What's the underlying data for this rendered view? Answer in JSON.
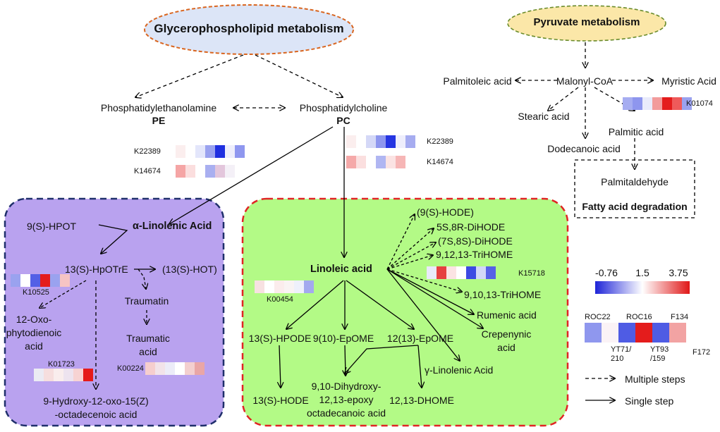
{
  "pathways": {
    "glycero": "Glycerophospholipid metabolism",
    "pyruvate": "Pyruvate metabolism"
  },
  "nodes": {
    "pe_name": "Phosphatidylethanolamine",
    "pe_abbr": "PE",
    "pc_name": "Phosphatidylcholine",
    "pc_abbr": "PC",
    "palmitoleic": "Palmitoleic acid",
    "malonyl": "Malonyl-CoA",
    "myristic": "Myristic Acid",
    "stearic": "Stearic acid",
    "palmitic": "Palmitic acid",
    "dodecanoic": "Dodecanoic acid",
    "palmitaldehyde": "Palmitaldehyde",
    "fatty_deg": "Fatty acid degradation",
    "hpot": "9(S)-HPOT",
    "alinolenic": "α-Linolenic Acid",
    "hpotre": "13(S)-HpOTrE",
    "hot": "(13(S)-HOT)",
    "traumatin": "Traumatin",
    "traumatic_1": "Traumatic",
    "traumatic_2": "acid",
    "oxo_1": "12-Oxo-",
    "oxo_2": "phytodienoic",
    "oxo_3": "acid",
    "hydroxy_1": "9-Hydroxy-12-oxo-15(Z)",
    "hydroxy_2": "-octadecenoic acid",
    "linoleic": "Linoleic acid",
    "hode9": "(9(S)-HODE)",
    "dihode58": "5S,8R-DiHODE",
    "dihode78": "(7S,8S)-DiHODE",
    "trihome912": "9,12,13-TriHOME",
    "trihome910": "9,10,13-TriHOME",
    "rumenic": "Rumenic acid",
    "crepenynic_1": "Crepenynic",
    "crepenynic_2": "acid",
    "glinolenic": "γ-Linolenic Acid",
    "hpode13": "13(S)-HPODE",
    "epome910": "9(10)-EpOME",
    "epome1213": "12(13)-EpOME",
    "hode13": "13(S)-HODE",
    "dihydroxy_1": "9,10-Dihydroxy-",
    "dihydroxy_2": "12,13-epoxy",
    "dihydroxy_3": "octadecanoic acid",
    "dhome": "12,13-DHOME"
  },
  "genes": {
    "k22389_pe": "K22389",
    "k14674_pe": "K14674",
    "k22389_pc": "K22389",
    "k14674_pc": "K14674",
    "k01074": "K01074",
    "k10525": "K10525",
    "k00454": "K00454",
    "k15718": "K15718",
    "k01723": "K01723",
    "k00224": "K00224"
  },
  "heatmaps": {
    "k22389_pe": [
      "#fbeeee",
      "#ffffff",
      "#e3e6fb",
      "#9aa2ef",
      "#1f2fe0",
      "#eeeefc",
      "#8f97ef"
    ],
    "k14674_pe": [
      "#f5a5a5",
      "#fbdede",
      "#ffffff",
      "#a9aff0",
      "#e3c6dc",
      "#f4f0f7",
      "#ffffff"
    ],
    "k22389_pc": [
      "#fbeeee",
      "#ffffff",
      "#d4d8f7",
      "#8d96ee",
      "#2535e2",
      "#eeeefc",
      "#a6acf0"
    ],
    "k14674_pc": [
      "#f5a9a9",
      "#fbdfdf",
      "#ffffff",
      "#b0b6f2",
      "#fbe3e3",
      "#f6b6b6",
      "#ffffff"
    ],
    "k01074": [
      "#a6adf1",
      "#8e96ee",
      "#e9ebfb",
      "#f29b9b",
      "#e41c1c",
      "#ef5a5a",
      "#9aa2ef"
    ],
    "k10525": [
      "#9aa2ef",
      "#ffffff",
      "#5360e6",
      "#e41c1c",
      "#9aa2ef",
      "#f6c4c4"
    ],
    "k00454": [
      "#f7e1e1",
      "#ffffff",
      "#fbecec",
      "#f9f3f3",
      "#eef0fb",
      "#a3a9ef"
    ],
    "k15718": [
      "#e9eafa",
      "#e64040",
      "#fbe3e3",
      "#ffffff",
      "#3d4ae3",
      "#d2d6f7",
      "#5660e6"
    ],
    "k01723": [
      "#ebebf3",
      "#f6dede",
      "#f9eded",
      "#ede3ef",
      "#f7d3d3",
      "#e51a1a"
    ],
    "k00224": [
      "#f6cece",
      "#f2e3e9",
      "#ececf8",
      "#ffffff",
      "#f3cfcf",
      "#e9a6a6"
    ]
  },
  "legend": {
    "min": "-0.76",
    "mid": "1.5",
    "max": "3.75",
    "gradient_colors": [
      "#1e24d8",
      "#ffffff",
      "#e01818"
    ],
    "samples_top": [
      "ROC22",
      "ROC16",
      "F134"
    ],
    "samples_bottom_1": [
      "YT71/",
      "YT93",
      "F172"
    ],
    "samples_bottom_2": [
      "210",
      "/159"
    ],
    "sample_colors": [
      "#8f97ee",
      "#fbf3f6",
      "#4f5ce4",
      "#e41c1c",
      "#4f5ce4",
      "#f2a3a3"
    ],
    "multiple": "Multiple steps",
    "single": "Single step"
  },
  "colors": {
    "glycero_fill": "#dce5f7",
    "glycero_border": "#d9651f",
    "pyruvate_fill": "#fbe7a8",
    "pyruvate_border": "#6a8c2c",
    "purple_fill": "#b9a2ef",
    "purple_border": "#1f2f6b",
    "green_fill": "#b3fa86",
    "green_border": "#e02424"
  }
}
